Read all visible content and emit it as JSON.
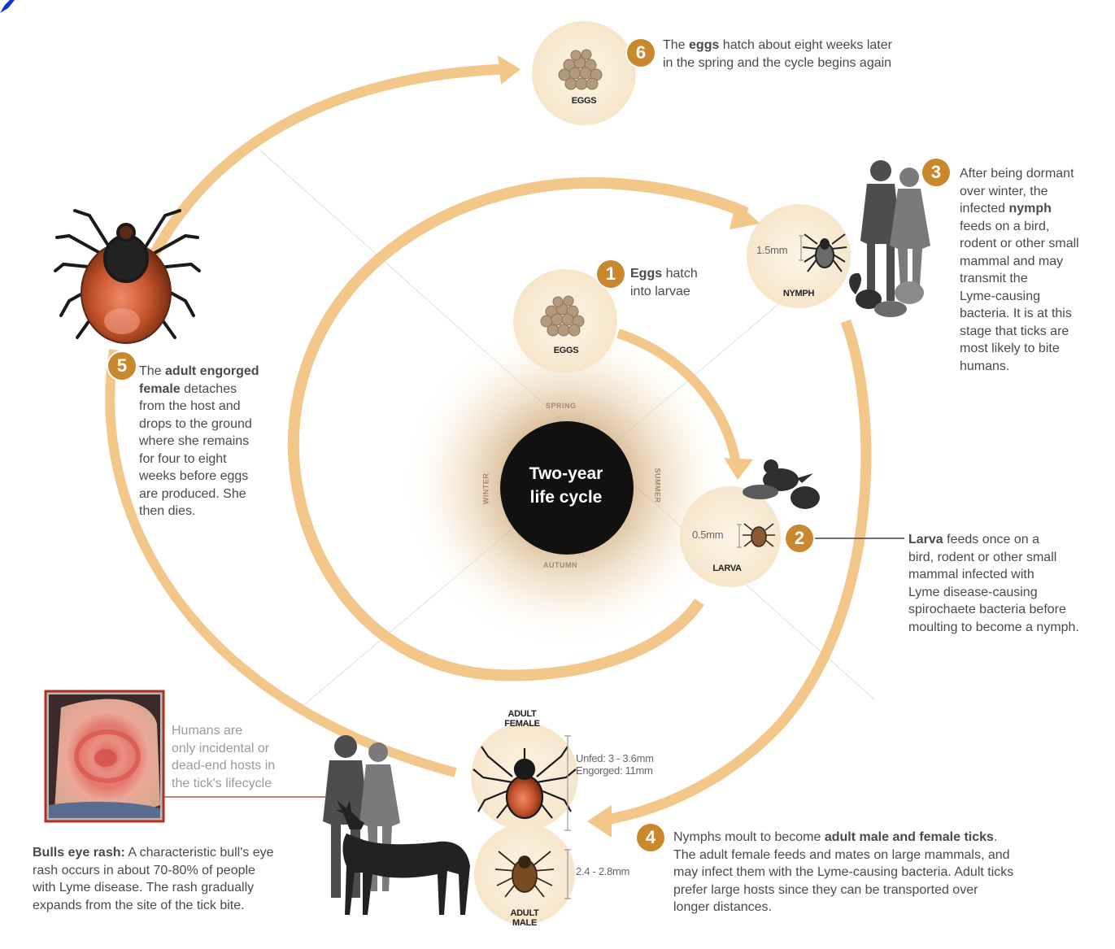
{
  "center": {
    "title_line1": "Two-year",
    "title_line2": "life cycle"
  },
  "seasons": {
    "spring": "SPRING",
    "summer": "SUMMER",
    "autumn": "AUTUMN",
    "winter": "WINTER"
  },
  "stages": {
    "eggs_top_label": "EGGS",
    "eggs_inner_label": "EGGS",
    "nymph_label": "NYMPH",
    "larva_label": "LARVA",
    "adult_female_label_line1": "ADULT",
    "adult_female_label_line2": "FEMALE",
    "adult_male_label_line1": "ADULT",
    "adult_male_label_line2": "MALE",
    "nymph_size": "1.5mm",
    "larva_size": "0.5mm",
    "female_size_line1": "Unfed: 3 - 3.6mm",
    "female_size_line2": "Engorged: 11mm",
    "male_size": "2.4 - 2.8mm"
  },
  "steps": [
    {
      "number": "1",
      "bold": "Eggs",
      "text_after": " hatch",
      "line2": "into larvae"
    },
    {
      "number": "2",
      "bold": "Larva",
      "text_after": " feeds once on a",
      "lines": [
        "bird, rodent or other small",
        "mammal infected with",
        "Lyme disease-causing",
        "spirochaete bacteria before",
        "moulting to become a nymph."
      ]
    },
    {
      "number": "3",
      "line1": "After being dormant",
      "line2": "over winter, the",
      "line3_pre": "infected ",
      "line3_bold": "nymph",
      "lines": [
        "feeds on a bird,",
        "rodent or other small",
        "mammal and may",
        "transmit the",
        "Lyme-causing",
        "bacteria. It is at this",
        "stage that ticks are",
        "most likely to bite",
        "humans."
      ]
    },
    {
      "number": "4",
      "pre": "Nymphs moult to become ",
      "bold": "adult male and female ticks",
      "post": ".",
      "lines": [
        "The adult female feeds and mates on large mammals, and",
        "may infect them with the Lyme-causing bacteria. Adult ticks",
        "prefer large hosts since they can be transported over",
        "longer distances."
      ]
    },
    {
      "number": "5",
      "pre": "The ",
      "bold1": "adult engorged",
      "bold2": "female",
      "post2": " detaches",
      "lines": [
        "from the host and",
        "drops to the ground",
        "where she remains",
        "for four to eight",
        "weeks before eggs",
        "are produced. She",
        "then dies."
      ]
    },
    {
      "number": "6",
      "pre": "The ",
      "bold": "eggs",
      "post": " hatch about eight weeks later",
      "line2": "in the spring and the cycle begins again"
    }
  ],
  "humans_note": [
    "Humans are",
    "only incidental or",
    "dead-end hosts in",
    "the tick's lifecycle"
  ],
  "rash": {
    "bold": "Bulls eye rash:",
    "text": " A characteristic bull's eye",
    "lines": [
      "rash occurs in about 70-80% of people",
      "with Lyme disease. The rash gradually",
      "expands from the site of the tick bite."
    ]
  },
  "colors": {
    "accent": "#f3c78a",
    "badge": "#c9882d",
    "dark": "#111111",
    "silhouette": "#4d4d4d"
  }
}
